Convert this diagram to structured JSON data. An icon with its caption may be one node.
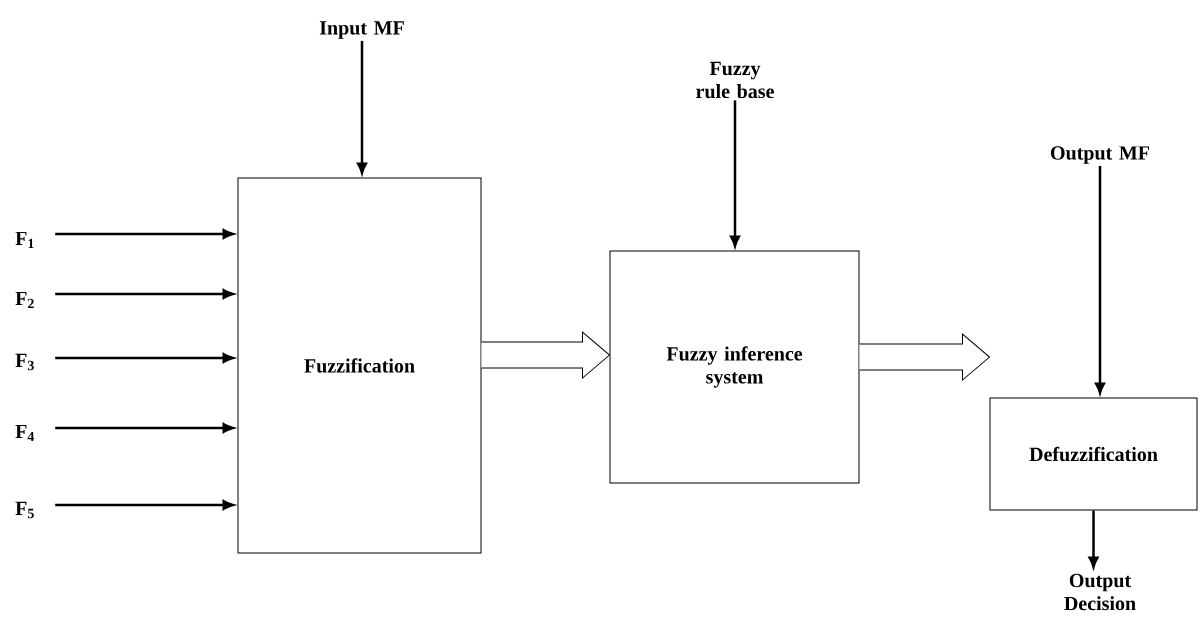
{
  "diagram": {
    "nodes": [
      {
        "text": [
          "Fuzzification"
        ]
      },
      {
        "text": [
          "Fuzzy inference system"
        ]
      },
      {
        "text": [
          "Defuzzification"
        ]
      },
      {
        "text": [
          "Input MF"
        ]
      },
      {
        "text": [
          "Fuzzy rule base"
        ]
      },
      {
        "text": [
          "Output MF"
        ]
      },
      {
        "text": [
          "Output Decision"
        ]
      },
      {
        "text": [
          "F$_{1}$"
        ]
      },
      {
        "text": [
          "F$_{2}$"
        ]
      },
      {
        "text": [
          "F$_{3}$"
        ]
      },
      {
        "text": [
          "F$_{4}$"
        ]
      },
      {
        "text": [
          "F$_{5}$"
        ]
      }
    ],
    "edges": [
      {
        "from": 3,
        "to": 0,
        "arrow": "to"
      },
      {
        "from": 7,
        "to": 0,
        "arrow": "to"
      },
      {
        "from": 8,
        "to": 0,
        "arrow": "to"
      },
      {
        "from": 9,
        "to": 0,
        "arrow": "to"
      },
      {
        "from": 10,
        "to": 0,
        "arrow": "to"
      },
      {
        "from": 11,
        "to": 0,
        "arrow": "to"
      },
      {
        "from": 0,
        "to": 1,
        "arrow": "to"
      },
      {
        "from": 4,
        "to": 1,
        "arrow": "to"
      },
      {
        "from": 1,
        "to": 2,
        "arrow": "to"
      },
      {
        "from": 5,
        "to": 2,
        "arrow": "to"
      },
      {
        "from": 2,
        "to": 6,
        "arrow": "to"
      }
    ]
  }
}
